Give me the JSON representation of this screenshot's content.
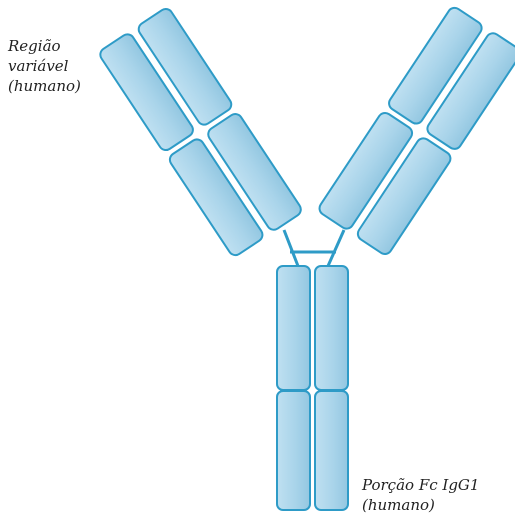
{
  "labels": {
    "variable_region": {
      "line1": "Região",
      "line2": "variável",
      "line3": "(humano)"
    },
    "fc_portion": {
      "line1": "Porção Fc IgG1",
      "line2": "(humano)"
    }
  },
  "colors": {
    "domain_fill": "#a9d4ea",
    "domain_stroke": "#2e9bc7",
    "hinge": "#2e9bc7",
    "text": "#222222"
  }
}
